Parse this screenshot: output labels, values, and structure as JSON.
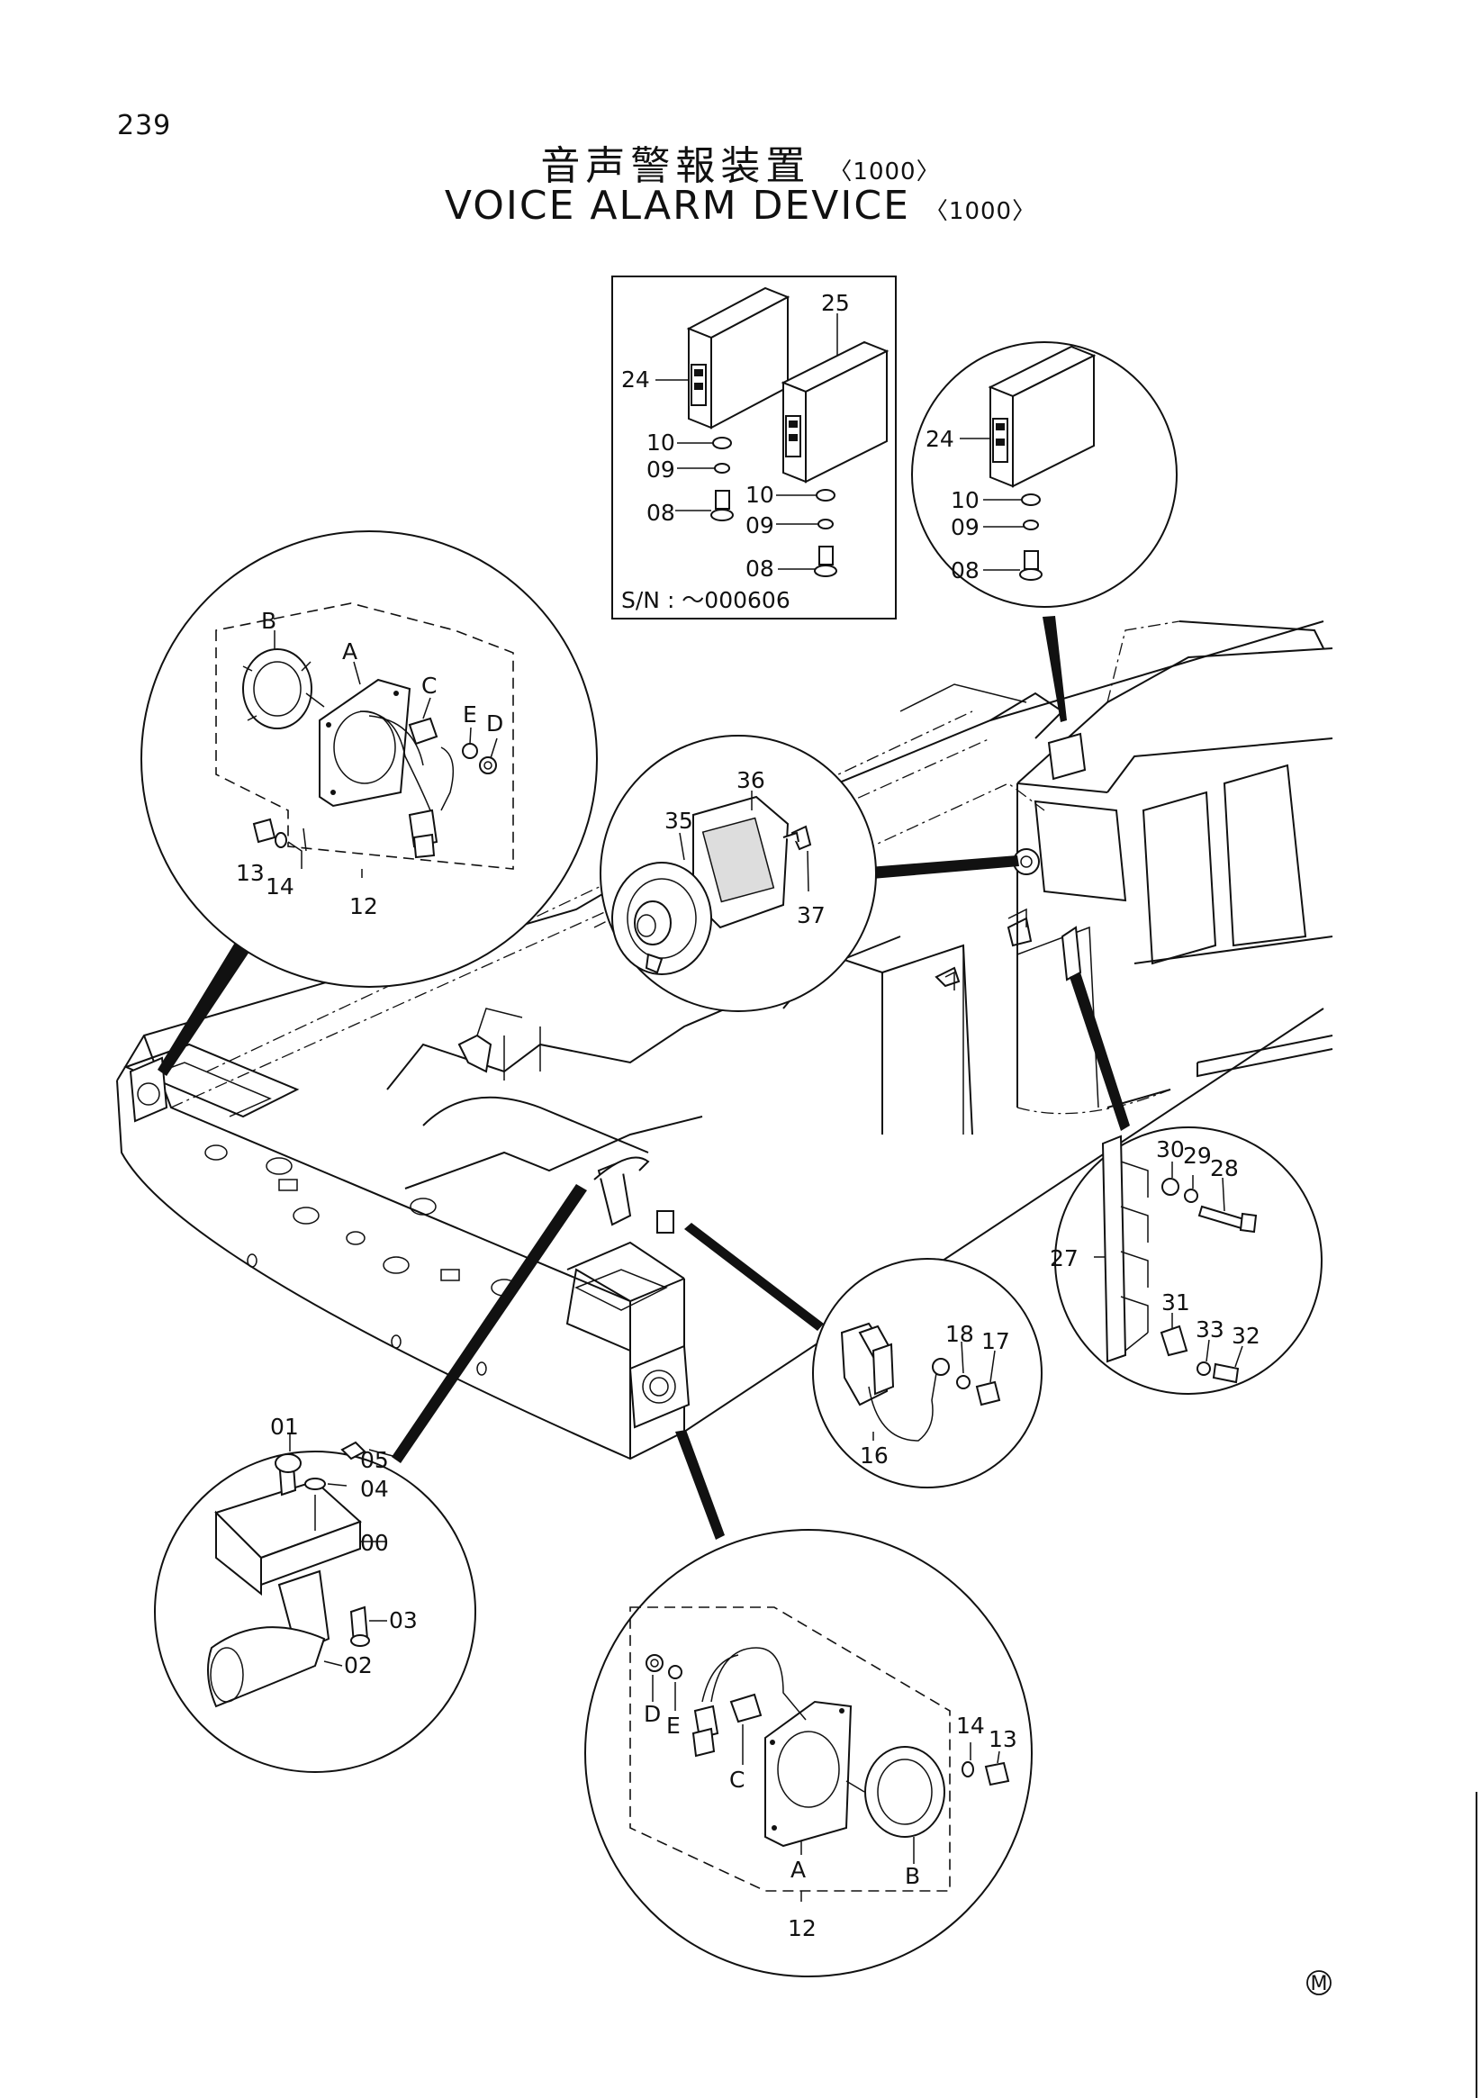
{
  "page_number": "239",
  "title_jp": "音声警報装置",
  "title_en": "VOICE  ALARM  DEVICE",
  "title_variant": "〈1000〉",
  "serial_note": "S/N :  ～000606",
  "footer_mark": "M",
  "labels": {
    "top_box": [
      "25",
      "24",
      "10",
      "09",
      "08",
      "10",
      "09",
      "08"
    ],
    "top_right": [
      "24",
      "10",
      "09",
      "08"
    ],
    "upper_left": [
      "B",
      "A",
      "C",
      "E",
      "D",
      "13",
      "14",
      "12"
    ],
    "center_speaker": [
      "36",
      "35",
      "37"
    ],
    "right_bracket": [
      "30",
      "29",
      "28",
      "27",
      "31",
      "33",
      "32"
    ],
    "relay": [
      "18",
      "17",
      "16"
    ],
    "horn": [
      "01",
      "05",
      "04",
      "00",
      "03",
      "02"
    ],
    "bottom_speaker": [
      "14",
      "13",
      "D",
      "E",
      "C",
      "A",
      "B",
      "12"
    ]
  }
}
